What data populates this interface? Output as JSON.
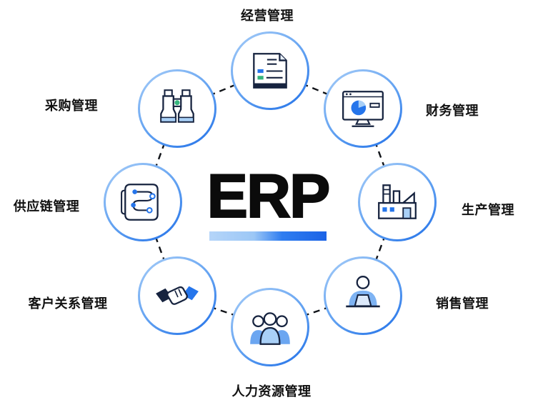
{
  "diagram": {
    "center": {
      "title": "ERP"
    },
    "nodes": [
      {
        "label": "经营管理",
        "position": "top",
        "icon": "report-document-icon"
      },
      {
        "label": "财务管理",
        "position": "top-right",
        "icon": "monitor-pie-chart-icon"
      },
      {
        "label": "生产管理",
        "position": "right",
        "icon": "factory-icon"
      },
      {
        "label": "销售管理",
        "position": "bottom-right",
        "icon": "person-laptop-icon"
      },
      {
        "label": "人力资源管理",
        "position": "bottom",
        "icon": "people-group-icon"
      },
      {
        "label": "客户关系管理",
        "position": "bottom-left",
        "icon": "handshake-icon"
      },
      {
        "label": "供应链管理",
        "position": "left",
        "icon": "route-map-icon"
      },
      {
        "label": "采购管理",
        "position": "top-left",
        "icon": "binoculars-icon"
      }
    ],
    "colors": {
      "accent_blue": "#2575eb",
      "light_blue": "#a9d0f7",
      "dark_line": "#16233f",
      "green_accent": "#35b57c",
      "ring_gradient_start": "#a8cef8",
      "ring_gradient_end": "#1f6fe8"
    }
  }
}
